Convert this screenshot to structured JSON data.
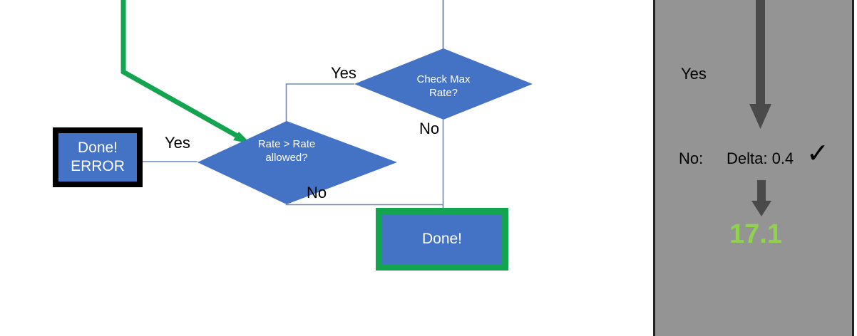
{
  "colors": {
    "node_fill": "#4472C4",
    "connector": "#6B8AC0",
    "green_accent": "#12A44F",
    "error_border": "#000000",
    "panel_bg": "#949494",
    "panel_arrow": "#4A4A4A",
    "value_green": "#92D050",
    "canvas_bg": "#FFFFFF"
  },
  "flowchart": {
    "nodes": {
      "check_max_rate": {
        "label": "Check Max\nRate?",
        "shape": "diamond"
      },
      "rate_gt_allowed": {
        "label": "Rate > Rate\nallowed?",
        "shape": "diamond"
      },
      "done_error": {
        "label": "Done!\nERROR",
        "shape": "box"
      },
      "done": {
        "label": "Done!",
        "shape": "box"
      }
    },
    "edge_labels": {
      "yes_from_check_max": "Yes",
      "no_from_check_max": "No",
      "yes_from_rate": "Yes",
      "no_from_rate": "No"
    },
    "icons": {
      "incoming_green_arrow": "green-arrow-icon",
      "top_connector": "connector-line-icon"
    }
  },
  "panel": {
    "yes_label": "Yes",
    "no_label": "No:",
    "delta_label": "Delta: 0.4",
    "check_mark": "✓",
    "result_value": "17.1",
    "icons": {
      "arrow_top": "down-arrow-icon",
      "arrow_bottom": "down-arrow-icon",
      "check": "check-mark-icon"
    }
  }
}
